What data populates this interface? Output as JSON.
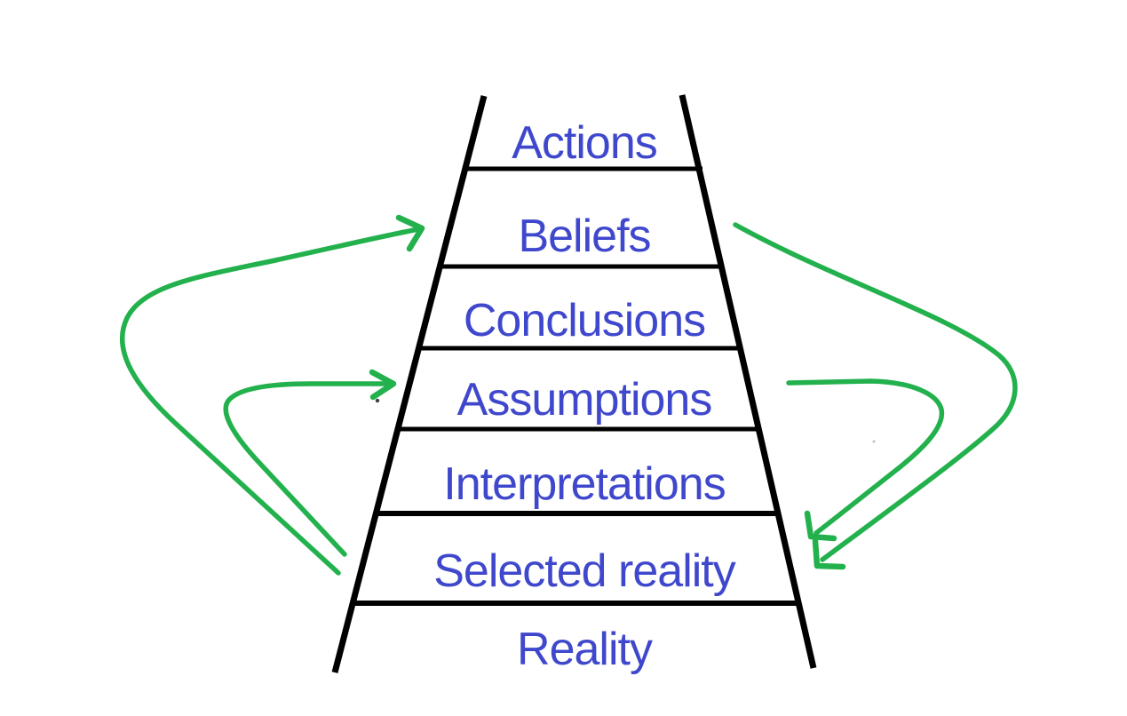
{
  "diagram": {
    "rungs": [
      {
        "label": "Actions"
      },
      {
        "label": "Beliefs"
      },
      {
        "label": "Conclusions"
      },
      {
        "label": "Assumptions"
      },
      {
        "label": "Interpretations"
      },
      {
        "label": "Selected reality"
      },
      {
        "label": "Reality"
      }
    ],
    "colors": {
      "background": "#FFFFFF",
      "ladder_lines": "#000000",
      "label_text": "#3F48CC",
      "arrows": "#22B14C"
    },
    "arrows": [
      {
        "id": "left-outer",
        "side": "left",
        "from_rung": "Selected reality",
        "to_rung": "Beliefs",
        "direction": "up"
      },
      {
        "id": "left-inner",
        "side": "left",
        "from_rung": "Selected reality",
        "to_rung": "Assumptions",
        "direction": "up"
      },
      {
        "id": "right-outer",
        "side": "right",
        "from_rung": "Beliefs",
        "to_rung": "Selected reality",
        "direction": "down"
      },
      {
        "id": "right-inner",
        "side": "right",
        "from_rung": "Assumptions",
        "to_rung": "Selected reality",
        "direction": "down"
      }
    ]
  }
}
